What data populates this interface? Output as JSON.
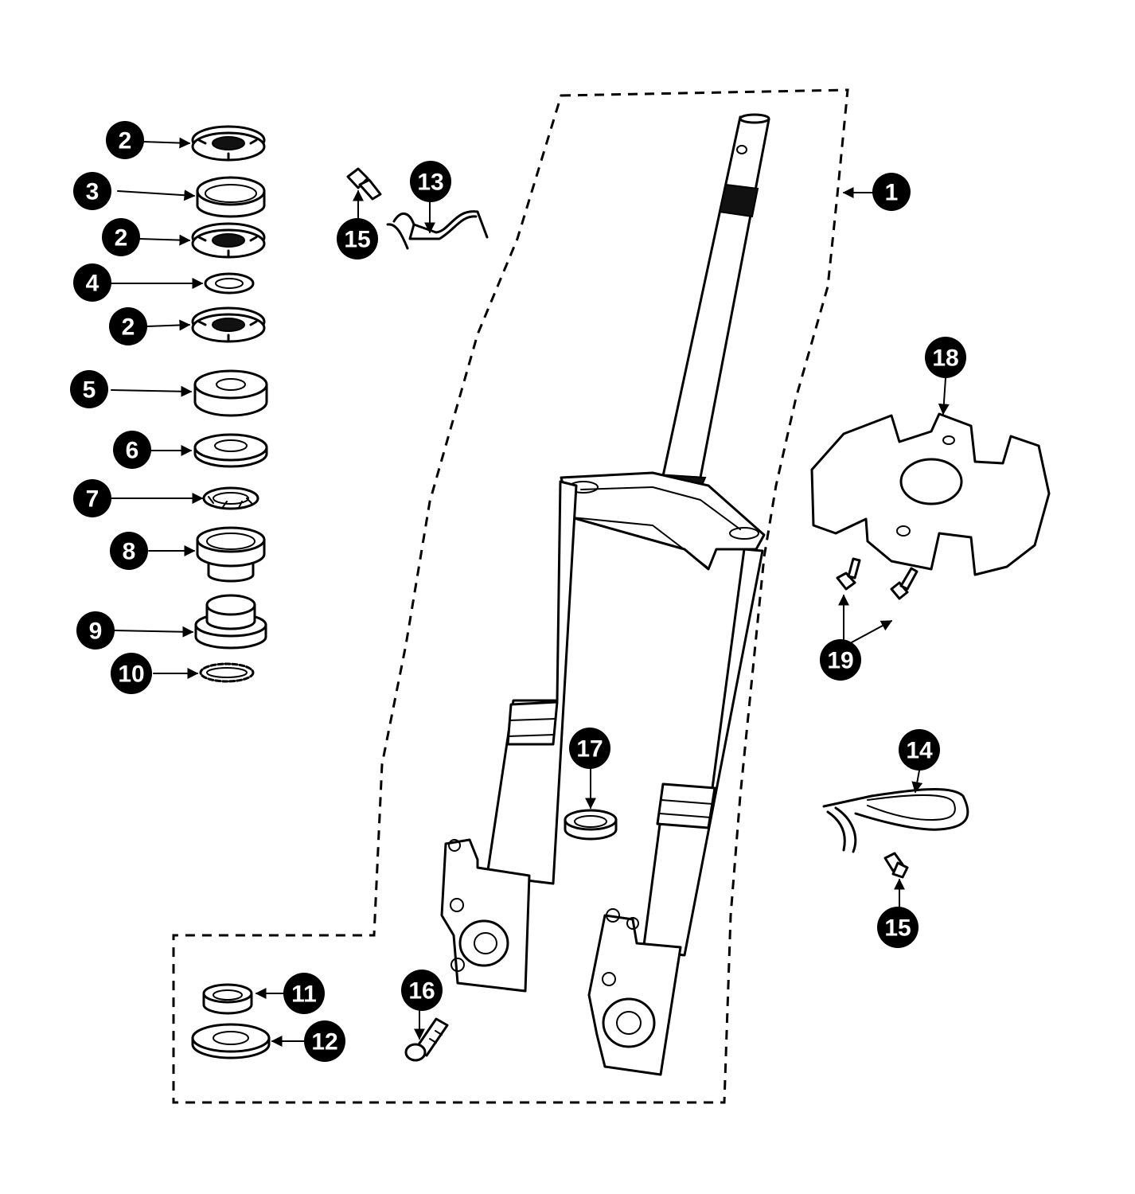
{
  "callouts": {
    "c1": "1",
    "c2a": "2",
    "c2b": "2",
    "c2c": "2",
    "c3": "3",
    "c4": "4",
    "c5": "5",
    "c6": "6",
    "c7": "7",
    "c8": "8",
    "c9": "9",
    "c10": "10",
    "c11": "11",
    "c12": "12",
    "c13": "13",
    "c14": "14",
    "c15a": "15",
    "c15b": "15",
    "c16": "16",
    "c17": "17",
    "c18": "18",
    "c19": "19"
  },
  "colors": {
    "line": "#000000",
    "badge_fill": "#000000",
    "badge_text": "#ffffff",
    "background": "#ffffff"
  }
}
